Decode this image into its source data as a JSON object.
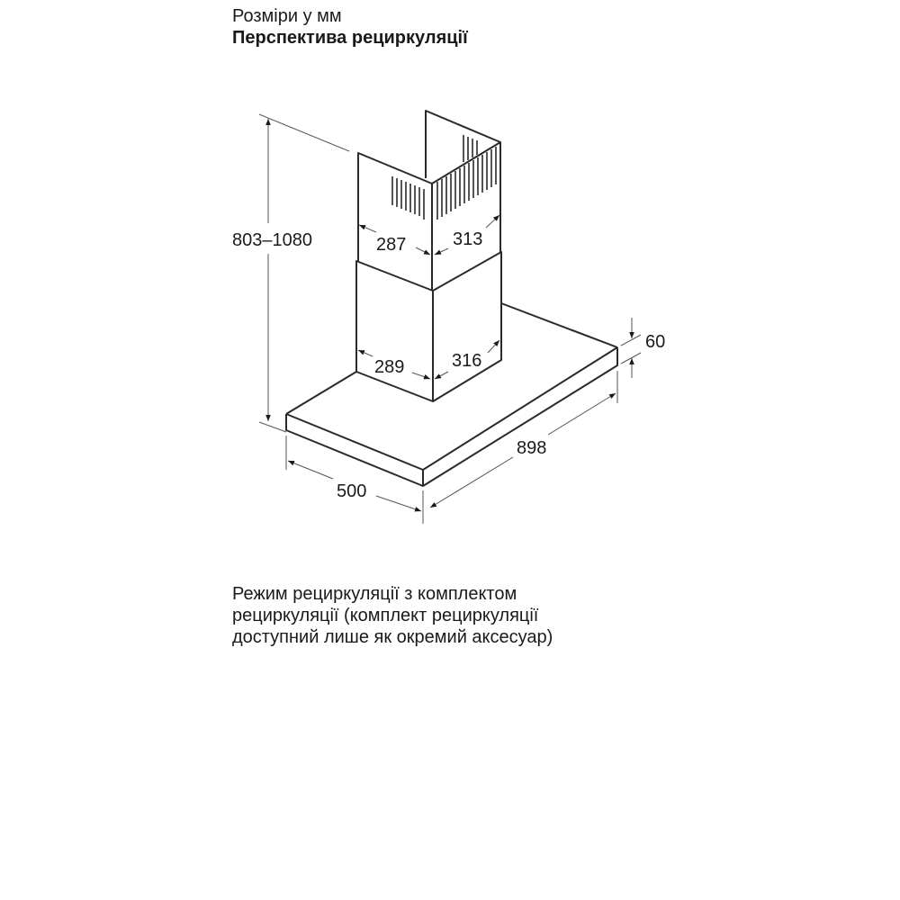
{
  "header": {
    "units_label": "Розміри у мм",
    "title": "Перспектива рециркуляції"
  },
  "diagram": {
    "subject": "wall chimney hood, recirculation mode",
    "dimensions": {
      "total_height": "803–1080",
      "upper_chimney_width": "287",
      "upper_chimney_depth": "313",
      "lower_chimney_width": "289",
      "lower_chimney_depth": "316",
      "canopy_thickness": "60",
      "canopy_width": "898",
      "canopy_depth": "500"
    },
    "colors": {
      "line": "#2a2a2a",
      "dim_line": "#555555",
      "background": "#ffffff"
    }
  },
  "caption": {
    "lines": [
      "Режим рециркуляції з комплектом",
      "рециркуляції (комплект рециркуляції",
      "доступний лише як окремий аксесуар)"
    ]
  }
}
